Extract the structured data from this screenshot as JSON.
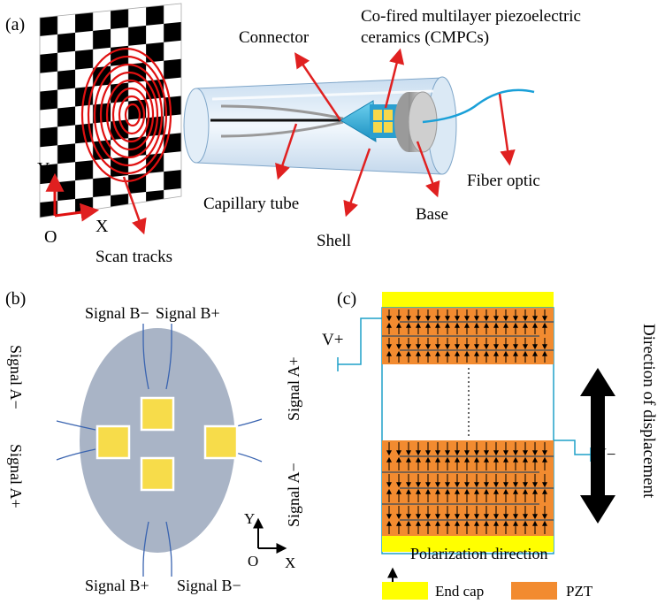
{
  "panel_a": {
    "tag": "(a)",
    "labels": {
      "connector": "Connector",
      "cmpc_line1": "Co-fired multilayer piezoelectric",
      "cmpc_line2": "ceramics (CMPCs)",
      "capillary": "Capillary tube",
      "shell": "Shell",
      "base": "Base",
      "fiber": "Fiber optic",
      "scan": "Scan tracks",
      "axis_y": "Y",
      "axis_x": "X",
      "axis_o": "O"
    },
    "colors": {
      "spiral": "#e01010",
      "arrow": "#e02020",
      "fiber": "#1aa0d8",
      "checker": "#000000"
    }
  },
  "panel_b": {
    "tag": "(b)",
    "labels": {
      "b_minus_top": "Signal B−",
      "b_plus_top": "Signal B+",
      "b_plus_bottom": "Signal B+",
      "b_minus_bottom": "Signal B−",
      "a_minus_left": "Signal A−",
      "a_plus_left": "Signal A+",
      "a_plus_right": "Signal A+",
      "a_minus_right": "Signal A−",
      "axis_y": "Y",
      "axis_x": "X",
      "axis_o": "O"
    },
    "colors": {
      "disk": "#a9b4c6",
      "electrode": "#f7dc4a",
      "wire": "#3a64b0"
    }
  },
  "panel_c": {
    "tag": "(c)",
    "labels": {
      "v_plus": "V+",
      "v_minus": "V−",
      "direction": "Direction of displacement",
      "polarization": "Polarization direction",
      "legend_endcap": "End cap",
      "legend_pzt": "PZT"
    },
    "colors": {
      "endcap": "#ffff00",
      "pzt": "#f28b30",
      "lead": "#1fa0c8"
    }
  }
}
